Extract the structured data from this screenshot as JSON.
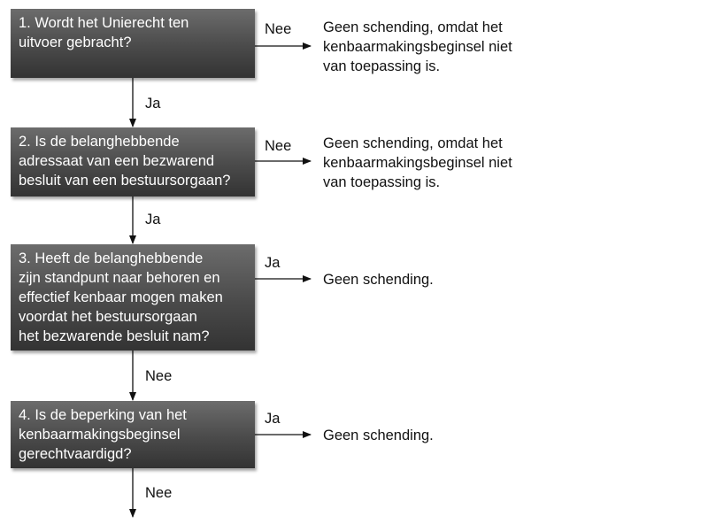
{
  "questions": [
    {
      "text": "1. Wordt het Unierecht ten\nuitvoer gebracht?"
    },
    {
      "text": "2. Is de belanghebbende\nadressaat van een bezwarend\nbesluit van een bestuursorgaan?"
    },
    {
      "text": "3. Heeft de belanghebbende\nzijn standpunt naar behoren en\neffectief kenbaar mogen maken\nvoordat het bestuursorgaan\nhet bezwarende besluit nam?"
    },
    {
      "text": "4. Is de beperking van het\nkenbaarmakingsbeginsel\ngerechtvaardigd?"
    }
  ],
  "side_labels": [
    "Nee",
    "Nee",
    "Ja",
    "Ja"
  ],
  "down_labels": [
    "Ja",
    "Ja",
    "Nee",
    "Nee"
  ],
  "outcomes": [
    "Geen schending, omdat het\nkenbaarmakingsbeginsel niet\nvan toepassing is.",
    "Geen schending, omdat het\nkenbaarmakingsbeginsel niet\nvan toepassing is.",
    "Geen schending.",
    "Geen schending."
  ]
}
